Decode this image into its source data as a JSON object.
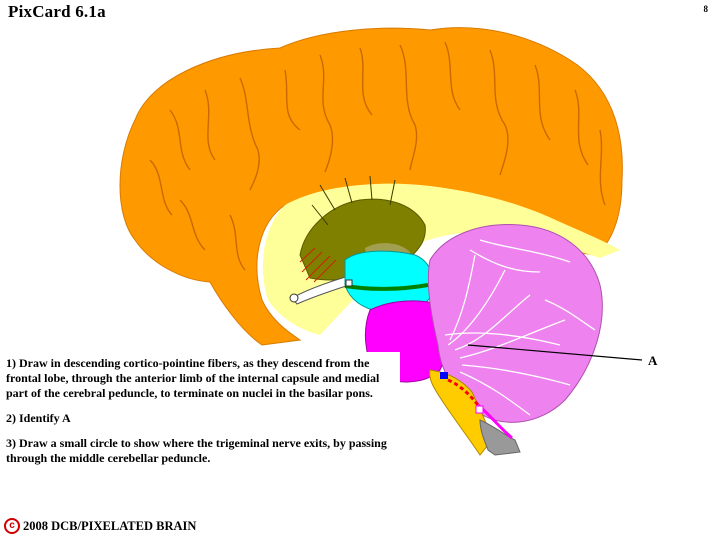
{
  "header": {
    "title": "PixCard 6.1a",
    "page_number": "8"
  },
  "diagram": {
    "label": "A"
  },
  "instructions": [
    "1) Draw in descending cortico-pointine fibers, as they descend from the frontal lobe, through the anterior limb of the internal capsule and medial part of the cerebral peduncle, to terminate on nuclei in the basilar pons.",
    "2) Identify A",
    "3) Draw a small circle to show where the trigeminal nerve exits, by passing through the middle cerebellar peduncle."
  ],
  "footer": {
    "copyright_symbol": "c",
    "text": "2008  DCB/PIXELATED BRAIN"
  },
  "colors": {
    "cortex": "#ff9900",
    "white_matter": "#ffff99",
    "thalamus": "#808000",
    "midbrain": "#00ffff",
    "pons": "#ff00ff",
    "cerebellum": "#ee82ee",
    "medulla": "#ffcc00",
    "spinal_cord": "#999999"
  }
}
